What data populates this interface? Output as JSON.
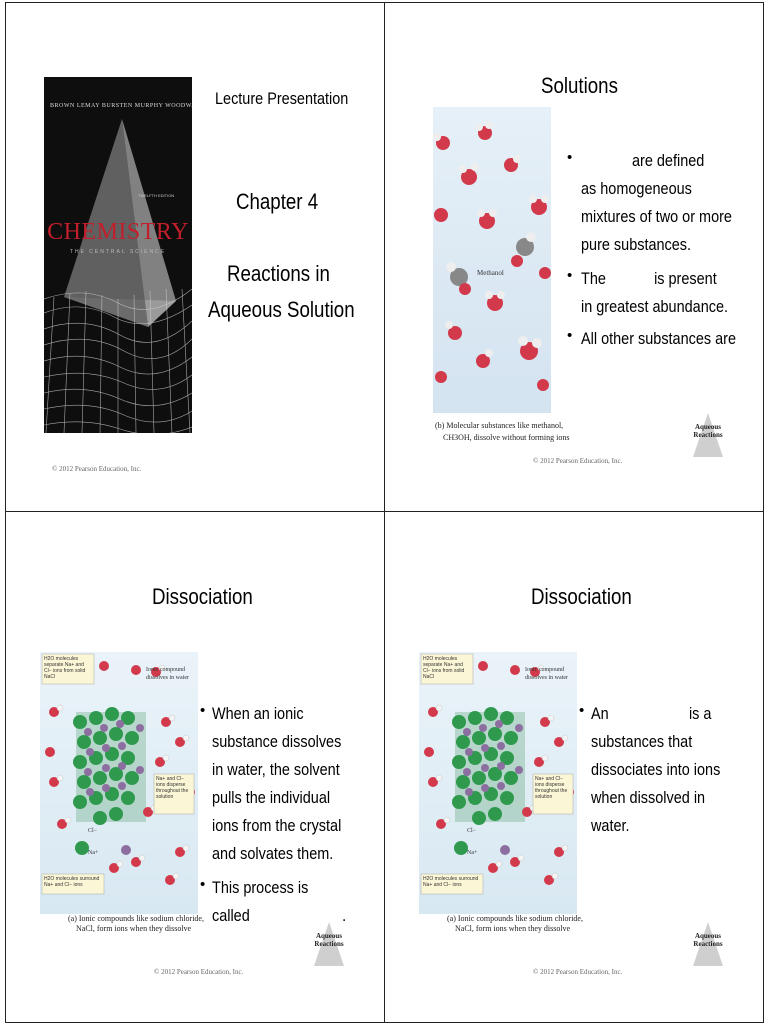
{
  "slides": [
    {
      "book_authors": "BROWN  LEMAY  BURSTEN  MURPHY  WOODWARD",
      "book_title": "CHEMISTRY",
      "book_subtitle": "THE CENTRAL SCIENCE",
      "book_edition": "TWELFTH EDITION",
      "header": "Lecture Presentation",
      "chapter": "Chapter 4",
      "topic_line1": "Reactions in",
      "topic_line2": "Aqueous Solution",
      "copyright": "© 2012 Pearson Education, Inc."
    },
    {
      "title": "Solutions",
      "bullets": [
        [
          "are defined",
          "as homogeneous",
          "mixtures of two or more",
          "pure substances."
        ],
        [
          "The            is present",
          "in greatest abundance."
        ],
        [
          "All other substances are"
        ]
      ],
      "figure_label": "Methanol",
      "caption_line1": "(b) Molecular substances like methanol,",
      "caption_line2": "CH3OH, dissolve without forming ions",
      "copyright": "© 2012 Pearson Education, Inc.",
      "logo_line1": "Aqueous",
      "logo_line2": "Reactions"
    },
    {
      "title": "Dissociation",
      "bullets": [
        [
          "When an ionic",
          "substance dissolves",
          "in water, the solvent",
          "pulls the individual",
          "ions from the crystal",
          "and solvates them."
        ],
        [
          "This process is",
          "called                       ."
        ]
      ],
      "fig_label_top": "H2O molecules separate Na+ and Cl− ions from solid NaCl",
      "fig_label_ionic1": "Ionic compound",
      "fig_label_ionic2": "dissolves in water",
      "fig_label_disperse": "Na+ and Cl− ions disperse throughout the solution",
      "fig_label_surround": "H2O molecules surround Na+ and Cl− ions",
      "ion_cl": "Cl−",
      "ion_na": "Na+",
      "caption_line1": "(a) Ionic compounds like sodium chloride,",
      "caption_line2": "NaCl, form ions when they dissolve",
      "copyright": "© 2012 Pearson Education, Inc.",
      "logo_line1": "Aqueous",
      "logo_line2": "Reactions"
    },
    {
      "title": "Dissociation",
      "bullets": [
        [
          "An                    is a",
          "substances that",
          "dissociates into ions",
          "when dissolved in",
          "water."
        ]
      ],
      "fig_label_top": "H2O molecules separate Na+ and Cl− ions from solid NaCl",
      "fig_label_ionic1": "Ionic compound",
      "fig_label_ionic2": "dissolves in water",
      "fig_label_disperse": "Na+ and Cl− ions disperse throughout the solution",
      "fig_label_surround": "H2O molecules surround Na+ and Cl− ions",
      "ion_cl": "Cl−",
      "ion_na": "Na+",
      "caption_line1": "(a) Ionic compounds like sodium chloride,",
      "caption_line2": "NaCl, form ions when they dissolve",
      "copyright": "© 2012 Pearson Education, Inc.",
      "logo_line1": "Aqueous",
      "logo_line2": "Reactions"
    }
  ]
}
